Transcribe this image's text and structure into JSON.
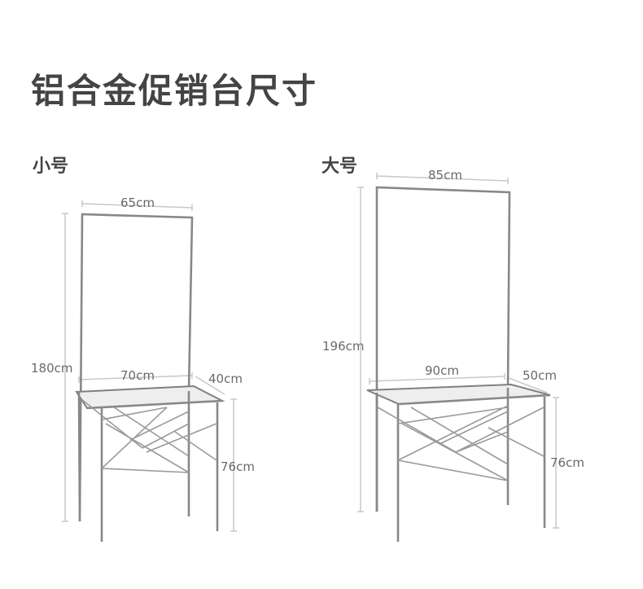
{
  "title": "铝合金促销台尺寸",
  "small": {
    "label": "小号",
    "frame_width": "65cm",
    "frame_height": "180cm",
    "table_width": "70cm",
    "table_depth": "40cm",
    "table_height": "76cm"
  },
  "large": {
    "label": "大号",
    "frame_width": "85cm",
    "frame_height": "196cm",
    "table_width": "90cm",
    "table_depth": "50cm",
    "table_height": "76cm"
  },
  "colors": {
    "text": "#444444",
    "frame": "#888888",
    "dimension": "#c8c8c8",
    "tabletop": "#efeeee"
  }
}
